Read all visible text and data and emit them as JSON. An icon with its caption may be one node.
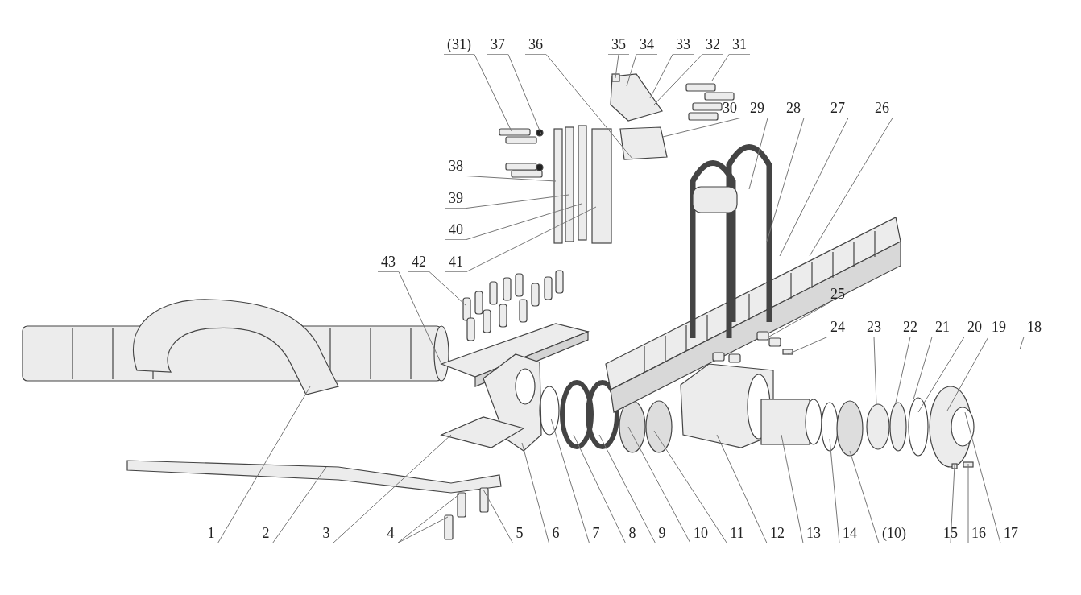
{
  "diagram": {
    "nodes": [
      {
        "text": [
          "(31)"
        ]
      },
      {
        "text": [
          "37"
        ]
      },
      {
        "text": [
          "36"
        ]
      },
      {
        "text": [
          "35"
        ]
      },
      {
        "text": [
          "34"
        ]
      },
      {
        "text": [
          "33"
        ]
      },
      {
        "text": [
          "32"
        ]
      },
      {
        "text": [
          "31"
        ]
      },
      {
        "text": [
          "30"
        ]
      },
      {
        "text": [
          "29"
        ]
      },
      {
        "text": [
          "28"
        ]
      },
      {
        "text": [
          "27"
        ]
      },
      {
        "text": [
          "26"
        ]
      },
      {
        "text": [
          "38"
        ]
      },
      {
        "text": [
          "39"
        ]
      },
      {
        "text": [
          "40"
        ]
      },
      {
        "text": [
          "43"
        ]
      },
      {
        "text": [
          "42"
        ]
      },
      {
        "text": [
          "41"
        ]
      },
      {
        "text": [
          "25"
        ]
      },
      {
        "text": [
          "24"
        ]
      },
      {
        "text": [
          "23"
        ]
      },
      {
        "text": [
          "22"
        ]
      },
      {
        "text": [
          "21"
        ]
      },
      {
        "text": [
          "20"
        ]
      },
      {
        "text": [
          "19"
        ]
      },
      {
        "text": [
          "18"
        ]
      },
      {
        "text": [
          "1"
        ]
      },
      {
        "text": [
          "2"
        ]
      },
      {
        "text": [
          "3"
        ]
      },
      {
        "text": [
          "4"
        ]
      },
      {
        "text": [
          "5"
        ]
      },
      {
        "text": [
          "6"
        ]
      },
      {
        "text": [
          "7"
        ]
      },
      {
        "text": [
          "8"
        ]
      },
      {
        "text": [
          "9"
        ]
      },
      {
        "text": [
          "10"
        ]
      },
      {
        "text": [
          "11"
        ]
      },
      {
        "text": [
          "12"
        ]
      },
      {
        "text": [
          "13"
        ]
      },
      {
        "text": [
          "14"
        ]
      },
      {
        "text": [
          "(10)"
        ]
      },
      {
        "text": [
          "15"
        ]
      },
      {
        "text": [
          "16"
        ]
      },
      {
        "text": [
          "17"
        ]
      }
    ],
    "edges": [
      {
        "from": 0,
        "to": null,
        "arrow": "none"
      },
      {
        "from": 1,
        "to": null,
        "arrow": "none"
      },
      {
        "from": 2,
        "to": null,
        "arrow": "none"
      },
      {
        "from": 3,
        "to": null,
        "arrow": "none"
      },
      {
        "from": 4,
        "to": null,
        "arrow": "none"
      },
      {
        "from": 5,
        "to": null,
        "arrow": "none"
      },
      {
        "from": 6,
        "to": null,
        "arrow": "none"
      },
      {
        "from": 7,
        "to": null,
        "arrow": "none"
      },
      {
        "from": 8,
        "to": null,
        "arrow": "none"
      },
      {
        "from": 9,
        "to": null,
        "arrow": "none"
      },
      {
        "from": 10,
        "to": null,
        "arrow": "none"
      },
      {
        "from": 11,
        "to": null,
        "arrow": "none"
      },
      {
        "from": 12,
        "to": null,
        "arrow": "none"
      },
      {
        "from": 13,
        "to": null,
        "arrow": "none"
      },
      {
        "from": 14,
        "to": null,
        "arrow": "none"
      },
      {
        "from": 15,
        "to": null,
        "arrow": "none"
      },
      {
        "from": 16,
        "to": null,
        "arrow": "none"
      },
      {
        "from": 17,
        "to": null,
        "arrow": "none"
      },
      {
        "from": 18,
        "to": null,
        "arrow": "none"
      },
      {
        "from": 19,
        "to": null,
        "arrow": "none"
      },
      {
        "from": 20,
        "to": null,
        "arrow": "none"
      },
      {
        "from": 21,
        "to": null,
        "arrow": "none"
      },
      {
        "from": 22,
        "to": null,
        "arrow": "none"
      },
      {
        "from": 23,
        "to": null,
        "arrow": "none"
      },
      {
        "from": 24,
        "to": null,
        "arrow": "none"
      },
      {
        "from": 25,
        "to": null,
        "arrow": "none"
      },
      {
        "from": 26,
        "to": null,
        "arrow": "none"
      },
      {
        "from": 27,
        "to": null,
        "arrow": "none"
      },
      {
        "from": 28,
        "to": null,
        "arrow": "none"
      },
      {
        "from": 29,
        "to": null,
        "arrow": "none"
      },
      {
        "from": 30,
        "to": null,
        "arrow": "none"
      },
      {
        "from": 30,
        "to": null,
        "arrow": "none"
      },
      {
        "from": 31,
        "to": null,
        "arrow": "none"
      },
      {
        "from": 32,
        "to": null,
        "arrow": "none"
      },
      {
        "from": 33,
        "to": null,
        "arrow": "none"
      },
      {
        "from": 34,
        "to": null,
        "arrow": "none"
      },
      {
        "from": 35,
        "to": null,
        "arrow": "none"
      },
      {
        "from": 36,
        "to": null,
        "arrow": "none"
      },
      {
        "from": 37,
        "to": null,
        "arrow": "none"
      },
      {
        "from": 38,
        "to": null,
        "arrow": "none"
      },
      {
        "from": 39,
        "to": null,
        "arrow": "none"
      },
      {
        "from": 40,
        "to": null,
        "arrow": "none"
      },
      {
        "from": 41,
        "to": null,
        "arrow": "none"
      },
      {
        "from": 42,
        "to": null,
        "arrow": "none"
      },
      {
        "from": 43,
        "to": null,
        "arrow": "none"
      },
      {
        "from": 44,
        "to": null,
        "arrow": "none"
      }
    ]
  }
}
